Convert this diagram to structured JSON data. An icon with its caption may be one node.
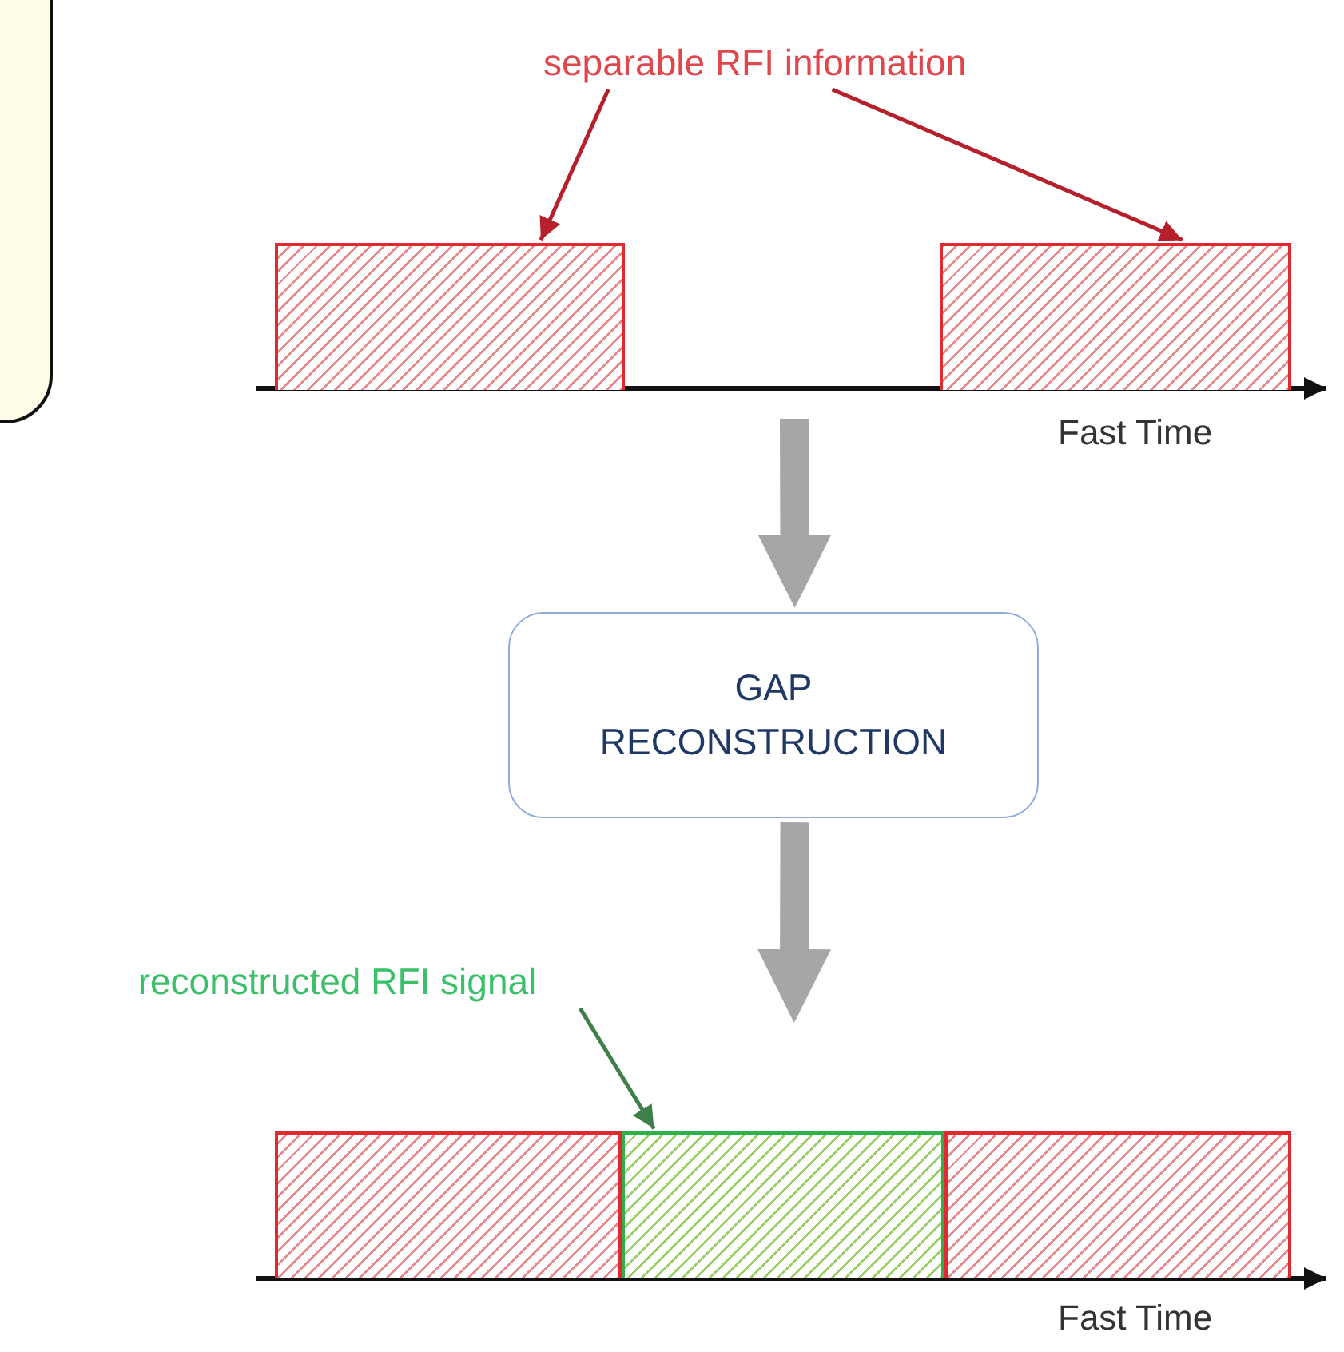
{
  "diagram": {
    "nodes": [
      {
        "text": [],
        "shape": "box"
      },
      {
        "text": [
          "separable RFI information"
        ]
      },
      {
        "text": [],
        "shape": "bar"
      },
      {
        "text": [],
        "shape": "bar"
      },
      {
        "text": [
          "GAP RECONSTRUCTION"
        ]
      },
      {
        "text": [
          "reconstructed RFI signal"
        ]
      },
      {
        "text": [],
        "shape": "bar"
      },
      {
        "text": [],
        "shape": "bar"
      },
      {
        "text": [],
        "shape": "bar"
      }
    ],
    "edges": [
      {
        "from": 1,
        "to": 2,
        "arrow": "to",
        "color": "#b5202a"
      },
      {
        "from": 1,
        "to": 3,
        "arrow": "to",
        "color": "#b5202a"
      },
      {
        "from": null,
        "to": 4,
        "arrow": "to",
        "style": "thick",
        "color": "#a6a6a6"
      },
      {
        "from": 4,
        "to": null,
        "arrow": "to",
        "style": "thick",
        "color": "#a6a6a6"
      },
      {
        "from": 5,
        "to": 7,
        "arrow": "to",
        "color": "#3f7f4a"
      }
    ],
    "labels": [
      "Fast Time",
      "Fast Time"
    ]
  }
}
